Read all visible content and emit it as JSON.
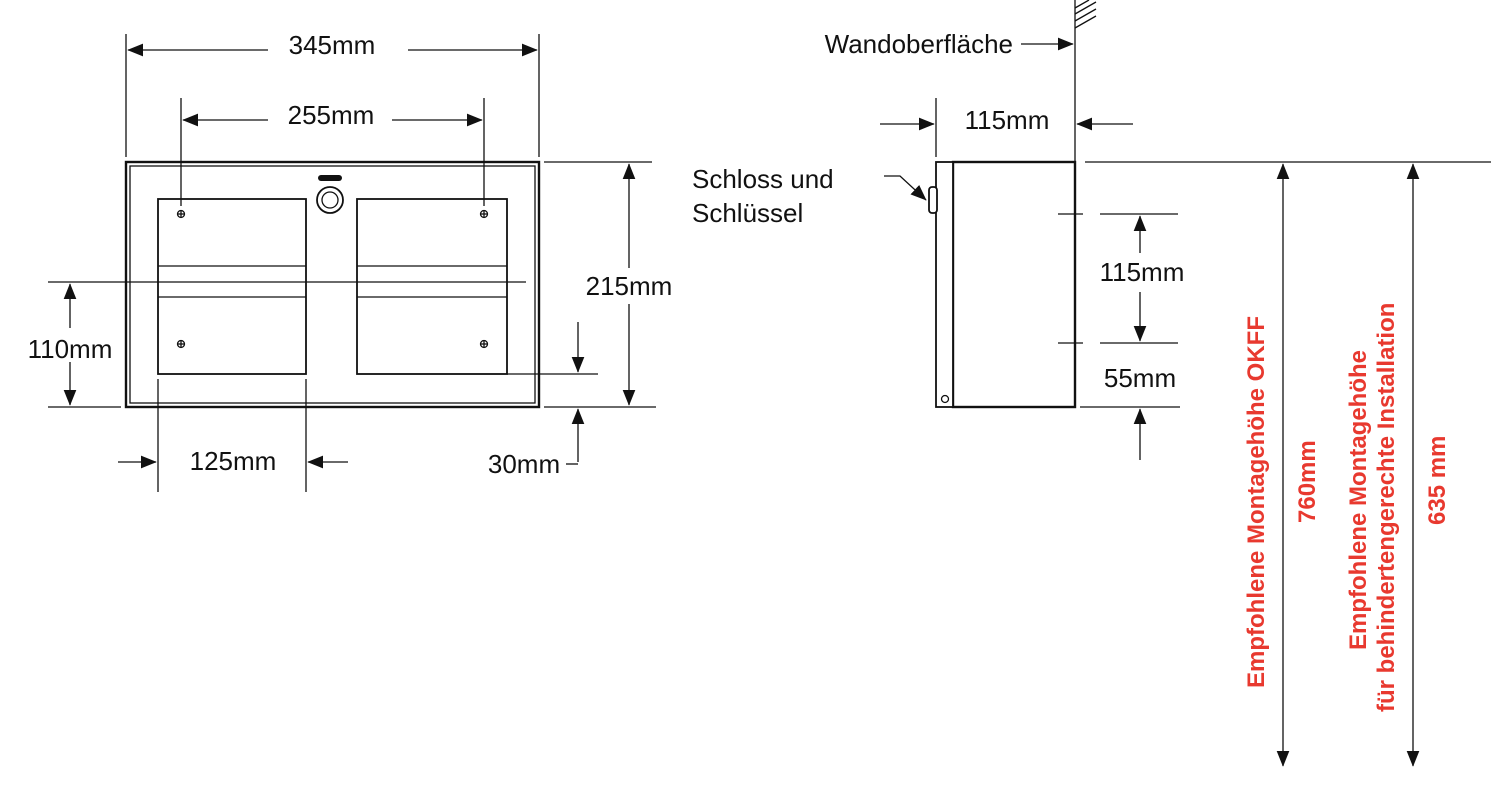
{
  "front_view": {
    "overall_width": "345mm",
    "hole_spacing": "255mm",
    "overall_height": "215mm",
    "centerline_height": "110mm",
    "roll_width": "125mm",
    "bottom_offset": "30mm"
  },
  "side_view": {
    "wall_surface": "Wandoberfläche",
    "depth": "115mm",
    "lock_label_line1": "Schloss und",
    "lock_label_line2": "Schlüssel",
    "hole_spacing": "115mm",
    "bottom_offset": "55mm"
  },
  "mounting": {
    "standard_label": "Empfohlene Montagehöhe OKFF",
    "standard_height": "760mm",
    "accessible_label_line1": "Empfohlene Montagehöhe",
    "accessible_label_line2": "für behindertengerechte Installation",
    "accessible_height": "635 mm"
  },
  "colors": {
    "line": "#111111",
    "highlight_text": "#e8392f",
    "background": "#ffffff"
  }
}
